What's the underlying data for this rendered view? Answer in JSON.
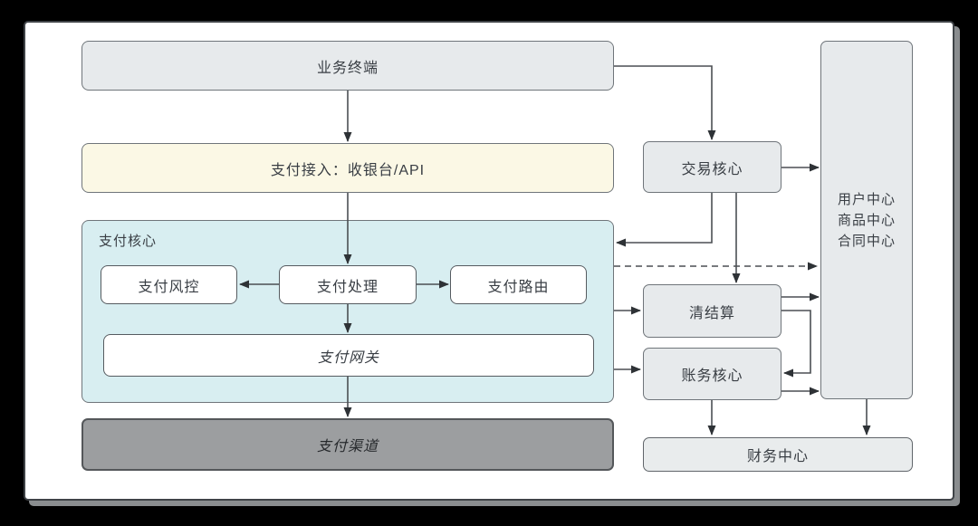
{
  "colors": {
    "canvas": "#000000",
    "box-gray": "#e7eaec",
    "box-yellow": "#fbf8e5",
    "box-cyan": "#d8eef1",
    "box-white": "#ffffff",
    "box-dark": "#9c9ea0",
    "box-light": "#e9eced",
    "border": "#6f757a",
    "border-dark": "#54575a",
    "line": "#4b4f53",
    "arrow": "#2e3236",
    "text": "#393e44",
    "text-dark": "#26292c",
    "shadow": "#8a8d8f"
  },
  "nodes": {
    "business_terminal": {
      "label": "业务终端"
    },
    "payment_access": {
      "label": "支付接入：收银台/API"
    },
    "payment_core": {
      "label": "支付核心"
    },
    "payment_risk": {
      "label": "支付风控"
    },
    "payment_processing": {
      "label": "支付处理"
    },
    "payment_routing": {
      "label": "支付路由"
    },
    "payment_gateway": {
      "label": "支付网关"
    },
    "payment_channels": {
      "label": "支付渠道"
    },
    "trade_core": {
      "label": "交易核心"
    },
    "clearing_settlement": {
      "label": "清结算"
    },
    "accounting_core": {
      "label": "账务核心"
    },
    "finance_center": {
      "label": "财务中心"
    },
    "shared_centers": {
      "lines": [
        "用户中心",
        "商品中心",
        "合同中心"
      ]
    }
  },
  "edges": [
    {
      "from": "business_terminal",
      "to": "payment_access",
      "style": "solid"
    },
    {
      "from": "business_terminal",
      "to": "trade_core",
      "style": "solid"
    },
    {
      "from": "payment_access",
      "to": "payment_processing",
      "style": "solid"
    },
    {
      "from": "payment_processing",
      "to": "payment_risk",
      "style": "solid"
    },
    {
      "from": "payment_processing",
      "to": "payment_routing",
      "style": "solid"
    },
    {
      "from": "payment_processing",
      "to": "payment_gateway",
      "style": "solid"
    },
    {
      "from": "payment_gateway",
      "to": "payment_channels",
      "style": "solid"
    },
    {
      "from": "trade_core",
      "to": "shared_centers",
      "style": "solid"
    },
    {
      "from": "trade_core",
      "to": "payment_core",
      "style": "solid"
    },
    {
      "from": "trade_core",
      "to": "clearing_settlement",
      "style": "solid"
    },
    {
      "from": "payment_core",
      "to": "shared_centers",
      "style": "dashed"
    },
    {
      "from": "payment_core",
      "to": "clearing_settlement",
      "style": "solid"
    },
    {
      "from": "payment_core",
      "to": "accounting_core",
      "style": "solid"
    },
    {
      "from": "clearing_settlement",
      "to": "shared_centers",
      "style": "solid"
    },
    {
      "from": "clearing_settlement",
      "to": "accounting_core",
      "style": "solid"
    },
    {
      "from": "accounting_core",
      "to": "shared_centers",
      "style": "solid"
    },
    {
      "from": "accounting_core",
      "to": "finance_center",
      "style": "solid"
    },
    {
      "from": "shared_centers",
      "to": "finance_center",
      "style": "solid"
    }
  ]
}
